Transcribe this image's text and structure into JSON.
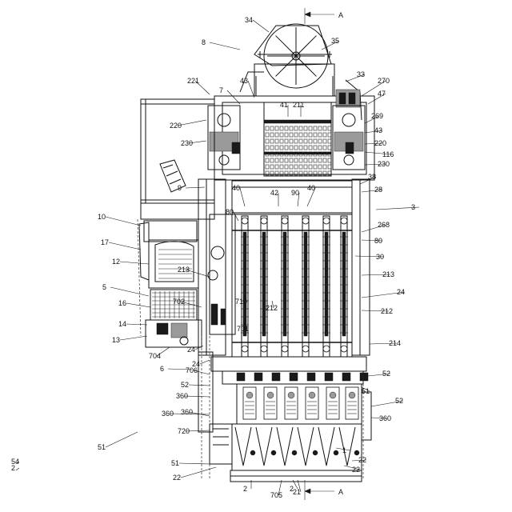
{
  "section_marks": [
    "A",
    "A"
  ],
  "labels": [
    "34",
    "8",
    "35",
    "33",
    "270",
    "221",
    "7",
    "43",
    "41",
    "211",
    "47",
    "220",
    "269",
    "230",
    "43",
    "220",
    "116",
    "9",
    "42",
    "90",
    "40",
    "40",
    "230",
    "38",
    "28",
    "10",
    "80",
    "3",
    "268",
    "17",
    "12",
    "80",
    "30",
    "213",
    "5",
    "213",
    "24",
    "16",
    "702",
    "710",
    "212",
    "14",
    "212",
    "13",
    "701",
    "24",
    "214",
    "704",
    "24",
    "6",
    "706",
    "52",
    "52",
    "360",
    "51",
    "360",
    "52",
    "720",
    "360",
    "51",
    "360",
    "1",
    "51",
    "22",
    "705",
    "22",
    "2",
    "21",
    "22",
    "2",
    "54",
    "2"
  ]
}
